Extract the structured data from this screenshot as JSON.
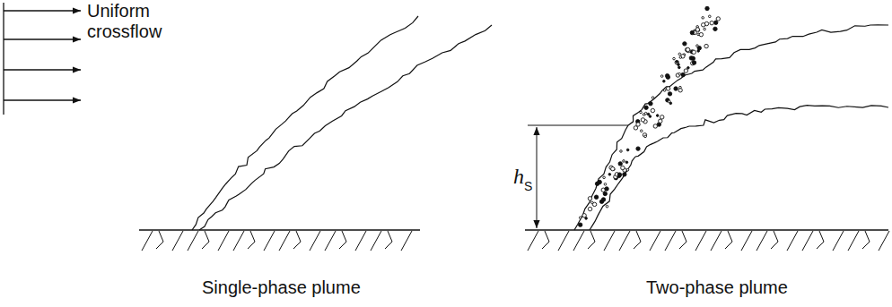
{
  "diagram": {
    "labels": [
      "Uniform crossflow",
      "Single-phase plume",
      "Two-phase plume",
      "h",
      "S"
    ]
  }
}
